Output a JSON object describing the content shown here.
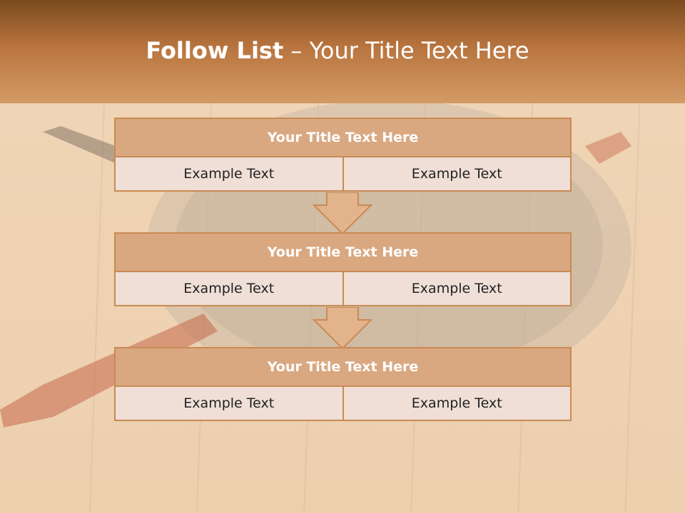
{
  "slide": {
    "title_bold": "Follow List",
    "title_rest": "  – Your Title Text Here"
  },
  "steps": [
    {
      "title": "Your Title Text Here",
      "left": "Example Text",
      "right": "Example Text"
    },
    {
      "title": "Your Title Text Here",
      "left": "Example Text",
      "right": "Example Text"
    },
    {
      "title": "Your Title Text Here",
      "left": "Example Text",
      "right": "Example Text"
    }
  ],
  "colors": {
    "header": "#b8743e",
    "box_head": "#d9a881",
    "box_cell": "#efdfd6",
    "border": "#c98a53"
  }
}
